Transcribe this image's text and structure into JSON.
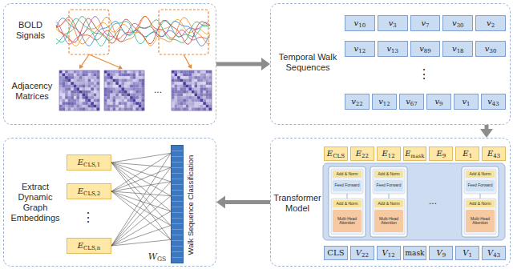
{
  "diagram": {
    "nodes": [
      {
        "text": [
          "BOLD Signals",
          "Adjacency Matrices"
        ]
      },
      {
        "text": [
          "Temporal Walk Sequences"
        ]
      },
      {
        "text": [
          "v10"
        ],
        "in": 1
      },
      {
        "text": [
          "v3"
        ],
        "in": 1
      },
      {
        "text": [
          "v7"
        ],
        "in": 1
      },
      {
        "text": [
          "v30"
        ],
        "in": 1
      },
      {
        "text": [
          "v2"
        ],
        "in": 1
      },
      {
        "text": [
          "v12"
        ],
        "in": 1
      },
      {
        "text": [
          "v13"
        ],
        "in": 1
      },
      {
        "text": [
          "v89"
        ],
        "in": 1
      },
      {
        "text": [
          "v18"
        ],
        "in": 1
      },
      {
        "text": [
          "v30"
        ],
        "in": 1
      },
      {
        "text": [
          "v22"
        ],
        "in": 1
      },
      {
        "text": [
          "v12"
        ],
        "in": 1
      },
      {
        "text": [
          "v67"
        ],
        "in": 1
      },
      {
        "text": [
          "v9"
        ],
        "in": 1
      },
      {
        "text": [
          "v1"
        ],
        "in": 1
      },
      {
        "text": [
          "v43"
        ],
        "in": 1
      },
      {
        "text": [
          "Transformer Model"
        ]
      },
      {
        "text": [
          "ECLS"
        ],
        "in": 18
      },
      {
        "text": [
          "E22"
        ],
        "in": 18
      },
      {
        "text": [
          "E12"
        ],
        "in": 18
      },
      {
        "text": [
          "Emask"
        ],
        "in": 18
      },
      {
        "text": [
          "E9"
        ],
        "in": 18
      },
      {
        "text": [
          "E1"
        ],
        "in": 18
      },
      {
        "text": [
          "E43"
        ],
        "in": 18
      },
      {
        "text": [
          "CLS"
        ],
        "in": 18
      },
      {
        "text": [
          "V22"
        ],
        "in": 18
      },
      {
        "text": [
          "V12"
        ],
        "in": 18
      },
      {
        "text": [
          "mask"
        ],
        "in": 18
      },
      {
        "text": [
          "V9"
        ],
        "in": 18
      },
      {
        "text": [
          "V1"
        ],
        "in": 18
      },
      {
        "text": [
          "V43"
        ],
        "in": 18
      },
      {
        "text": [
          "Extract Dynamic Graph Embeddings"
        ]
      },
      {
        "text": [
          "ECLS,1"
        ],
        "in": 33
      },
      {
        "text": [
          "ECLS,2"
        ],
        "in": 33
      },
      {
        "text": [
          "ECLS,n"
        ],
        "in": 33
      },
      {
        "text": [
          "Walk Sequence Classification"
        ],
        "in": 33
      }
    ],
    "edges": [
      {
        "from": 0,
        "to": 1,
        "arrow": "to"
      },
      {
        "from": 1,
        "to": 18,
        "arrow": "to"
      },
      {
        "from": 18,
        "to": 33,
        "arrow": "to"
      },
      {
        "from": 34,
        "to": 37,
        "arrow": "none"
      },
      {
        "from": 35,
        "to": 37,
        "arrow": "none"
      },
      {
        "from": 36,
        "to": 37,
        "arrow": "none"
      }
    ],
    "labels": [
      "...",
      "⋮",
      "Add & Norm",
      "Feed Forward",
      "Add & Norm",
      "Multi-Head Attention",
      "Add & Norm",
      "Feed Forward",
      "Add & Norm",
      "Multi-Head Attention",
      "Add & Norm",
      "Feed Forward",
      "Add & Norm",
      "Multi-Head Attention",
      "...",
      "⋮",
      "WGS"
    ]
  }
}
